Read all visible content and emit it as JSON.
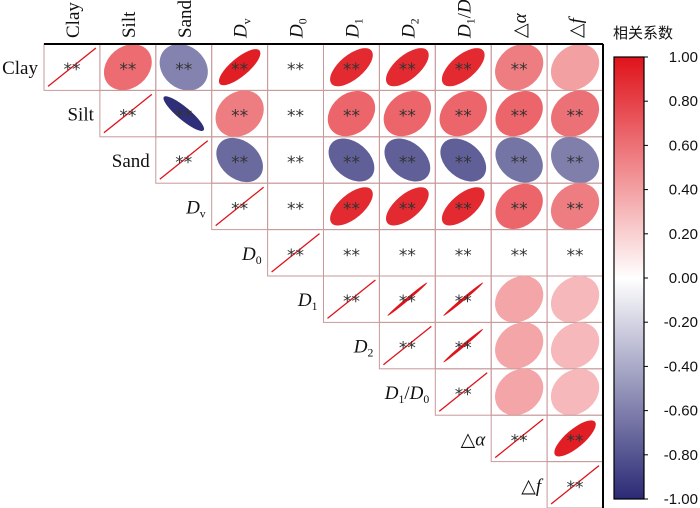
{
  "chart_data": {
    "type": "heatmap",
    "variables": [
      {
        "name": "Clay",
        "base": "Clay",
        "sub": "",
        "italic": false
      },
      {
        "name": "Silt",
        "base": "Silt",
        "sub": "",
        "italic": false
      },
      {
        "name": "Sand",
        "base": "Sand",
        "sub": "",
        "italic": false
      },
      {
        "name": "Dv",
        "base": "D",
        "sub": "v",
        "italic": true
      },
      {
        "name": "D0",
        "base": "D",
        "sub": "0",
        "italic": true
      },
      {
        "name": "D1",
        "base": "D",
        "sub": "1",
        "italic": true
      },
      {
        "name": "D2",
        "base": "D",
        "sub": "2",
        "italic": true
      },
      {
        "name": "D1/D0",
        "base": "D1/D0",
        "sub": "",
        "italic": true,
        "ratio": true
      },
      {
        "name": "△α",
        "base": "△α",
        "sub": "",
        "italic": false,
        "greek": "α"
      },
      {
        "name": "△f",
        "base": "△f",
        "sub": "",
        "italic": false,
        "greek": "f"
      }
    ],
    "matrix": [
      [
        1.0,
        0.62,
        -0.58,
        0.95,
        0.02,
        0.9,
        0.9,
        0.9,
        0.55,
        0.4
      ],
      [
        null,
        1.0,
        -0.98,
        0.55,
        0.02,
        0.65,
        0.65,
        0.65,
        0.65,
        0.6
      ],
      [
        null,
        null,
        1.0,
        -0.7,
        0.02,
        -0.75,
        -0.75,
        -0.75,
        -0.65,
        -0.6
      ],
      [
        null,
        null,
        null,
        1.0,
        0.02,
        0.9,
        0.9,
        0.9,
        0.65,
        0.55
      ],
      [
        null,
        null,
        null,
        null,
        1.0,
        0.02,
        0.02,
        0.02,
        0.02,
        0.02
      ],
      [
        null,
        null,
        null,
        null,
        null,
        1.0,
        1.0,
        1.0,
        0.38,
        0.3
      ],
      [
        null,
        null,
        null,
        null,
        null,
        null,
        1.0,
        1.0,
        0.38,
        0.3
      ],
      [
        null,
        null,
        null,
        null,
        null,
        null,
        null,
        1.0,
        0.38,
        0.3
      ],
      [
        null,
        null,
        null,
        null,
        null,
        null,
        null,
        null,
        1.0,
        0.95
      ],
      [
        null,
        null,
        null,
        null,
        null,
        null,
        null,
        null,
        null,
        1.0
      ]
    ],
    "significant": [
      [
        true,
        true,
        true,
        true,
        true,
        true,
        true,
        true,
        true,
        false
      ],
      [
        null,
        true,
        true,
        true,
        true,
        true,
        true,
        true,
        true,
        true
      ],
      [
        null,
        null,
        true,
        true,
        true,
        true,
        true,
        true,
        true,
        true
      ],
      [
        null,
        null,
        null,
        true,
        true,
        true,
        true,
        true,
        true,
        true
      ],
      [
        null,
        null,
        null,
        null,
        true,
        true,
        true,
        true,
        true,
        true
      ],
      [
        null,
        null,
        null,
        null,
        null,
        true,
        true,
        true,
        false,
        false
      ],
      [
        null,
        null,
        null,
        null,
        null,
        null,
        true,
        true,
        false,
        false
      ],
      [
        null,
        null,
        null,
        null,
        null,
        null,
        null,
        true,
        false,
        false
      ],
      [
        null,
        null,
        null,
        null,
        null,
        null,
        null,
        null,
        true,
        true
      ],
      [
        null,
        null,
        null,
        null,
        null,
        null,
        null,
        null,
        null,
        true
      ]
    ],
    "significance_mark": "**",
    "colorbar": {
      "title": "相关系数",
      "min": -1.0,
      "max": 1.0,
      "ticks": [
        "1.00",
        "0.80",
        "0.60",
        "0.40",
        "0.20",
        "0.00",
        "-0.20",
        "-0.40",
        "-0.60",
        "-0.80",
        "-1.00"
      ],
      "tick_values": [
        1.0,
        0.8,
        0.6,
        0.4,
        0.2,
        0.0,
        -0.2,
        -0.4,
        -0.6,
        -0.8,
        -1.0
      ],
      "negative_color": "#2b2a75",
      "zero_color": "#ffffff",
      "positive_color": "#e0121a"
    },
    "colors": {
      "diagonal_line": "#e0121a",
      "grid_border": "#c89a9a",
      "frame": "#000000"
    }
  }
}
